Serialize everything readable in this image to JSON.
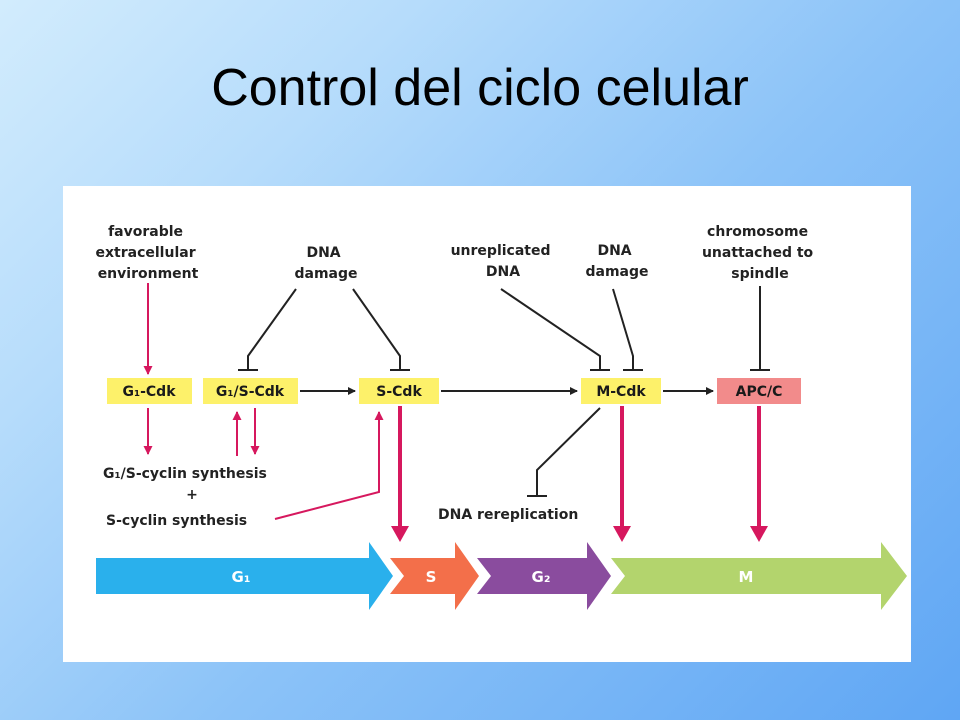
{
  "slide": {
    "title": "Control del ciclo celular"
  },
  "diagram": {
    "signals": {
      "favorable": [
        "favorable",
        "extracellular",
        "environment"
      ],
      "dna_damage_1": [
        "DNA",
        "damage"
      ],
      "unreplicated": [
        "unreplicated",
        "DNA"
      ],
      "dna_damage_2": [
        "DNA",
        "damage"
      ],
      "chromosome": [
        "chromosome",
        "unattached to",
        "spindle"
      ]
    },
    "complexes": {
      "g1_cdk": "G₁-Cdk",
      "g1s_cdk": "G₁/S-Cdk",
      "s_cdk": "S-Cdk",
      "m_cdk": "M-Cdk",
      "apc": "APC/C"
    },
    "synthesis": {
      "g1s_cyclin": "G₁/S-cyclin synthesis",
      "plus": "+",
      "s_cyclin": "S-cyclin synthesis"
    },
    "dna_rereplication": "DNA rereplication",
    "phases": {
      "g1": "G₁",
      "s": "S",
      "g2": "G₂",
      "m": "M"
    },
    "colors": {
      "complex_yellow": "#fdf16a",
      "apc_red": "#f28b8b",
      "magenta": "#d6185e",
      "g1_blue": "#2ab0ec",
      "s_orange": "#f36f4a",
      "g2_purple": "#8a4c9e",
      "m_green": "#b3d46d"
    }
  }
}
